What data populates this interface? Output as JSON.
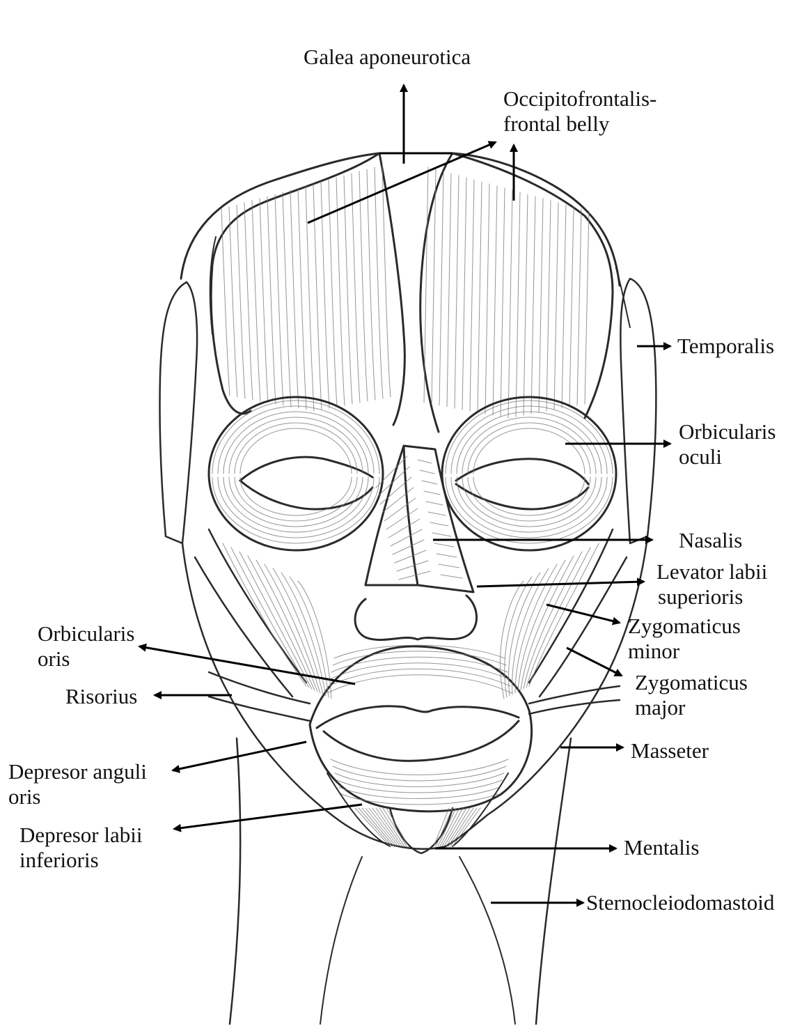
{
  "labels": {
    "galea": "Galea aponeurotica",
    "occipito_1": "Occipitofrontalis-",
    "occipito_2": "frontal belly",
    "temporalis": "Temporalis",
    "orb_oculi_1": "Orbicularis",
    "orb_oculi_2": "oculi",
    "nasalis": "Nasalis",
    "levator_1": "Levator labii",
    "levator_2": "superioris",
    "zyg_minor_1": "Zygomaticus",
    "zyg_minor_2": "minor",
    "zyg_major_1": "Zygomaticus",
    "zyg_major_2": "major",
    "masseter": "Masseter",
    "mentalis": "Mentalis",
    "scm": "Sternocleiodomastoid",
    "orb_oris_1": "Orbicularis",
    "orb_oris_2": "oris",
    "risorius": "Risorius",
    "dep_anguli_1": "Depresor anguli",
    "dep_anguli_2": "oris",
    "dep_labii_1": "Depresor labii",
    "dep_labii_2": "inferioris"
  },
  "colors": {
    "line": "#000000",
    "sketch": "#2a2a2a",
    "fiber": "#7a7a7a",
    "background": "#ffffff"
  }
}
